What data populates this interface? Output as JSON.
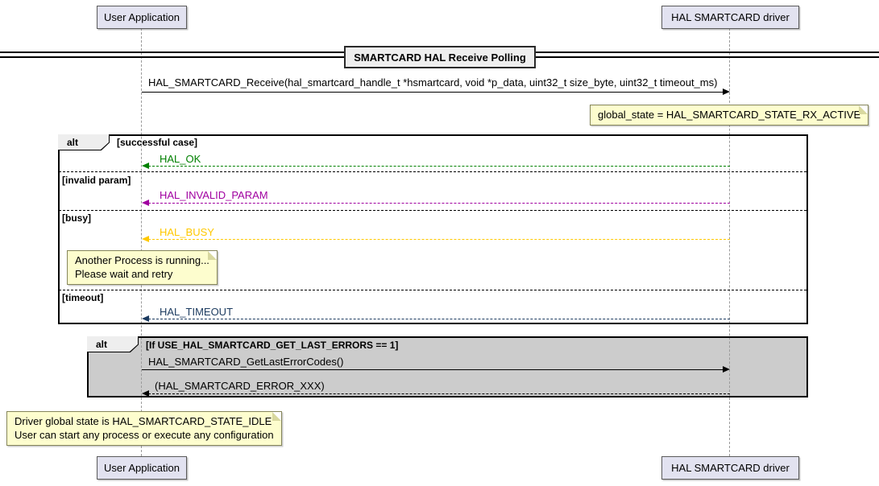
{
  "diagram": {
    "title": "SMARTCARD HAL Receive Polling",
    "participants": [
      {
        "name": "User Application"
      },
      {
        "name": "HAL SMARTCARD driver"
      }
    ]
  },
  "messages": {
    "receive": "HAL_SMARTCARD_Receive(hal_smartcard_handle_t *hsmartcard, void *p_data, uint32_t size_byte, uint32_t timeout_ms)",
    "ok": {
      "label": "HAL_OK",
      "color": "#008000"
    },
    "invalid": {
      "label": "HAL_INVALID_PARAM",
      "color": "#A000A0"
    },
    "busy": {
      "label": "HAL_BUSY",
      "color": "#FFC800"
    },
    "timeout": {
      "label": "HAL_TIMEOUT",
      "color": "#1B3A5F"
    },
    "get_last_errors": "HAL_SMARTCARD_GetLastErrorCodes()",
    "error_codes": "(HAL_SMARTCARD_ERROR_XXX)"
  },
  "frames": {
    "alt1": {
      "operator": "alt",
      "guards": {
        "success": "[successful case]",
        "invalid": "[invalid param]",
        "busy": "[busy]",
        "timeout": "[timeout]"
      }
    },
    "alt2": {
      "operator": "alt",
      "guard": "[If USE_HAL_SMARTCARD_GET_LAST_ERRORS == 1]"
    }
  },
  "notes": {
    "rx_active": "global_state = HAL_SMARTCARD_STATE_RX_ACTIVE",
    "busy": {
      "line1": "Another Process is running...",
      "line2": "Please wait and retry"
    },
    "idle": {
      "line1": "Driver global state is HAL_SMARTCARD_STATE_IDLE",
      "line2": "User can start any process or execute any configuration"
    }
  }
}
